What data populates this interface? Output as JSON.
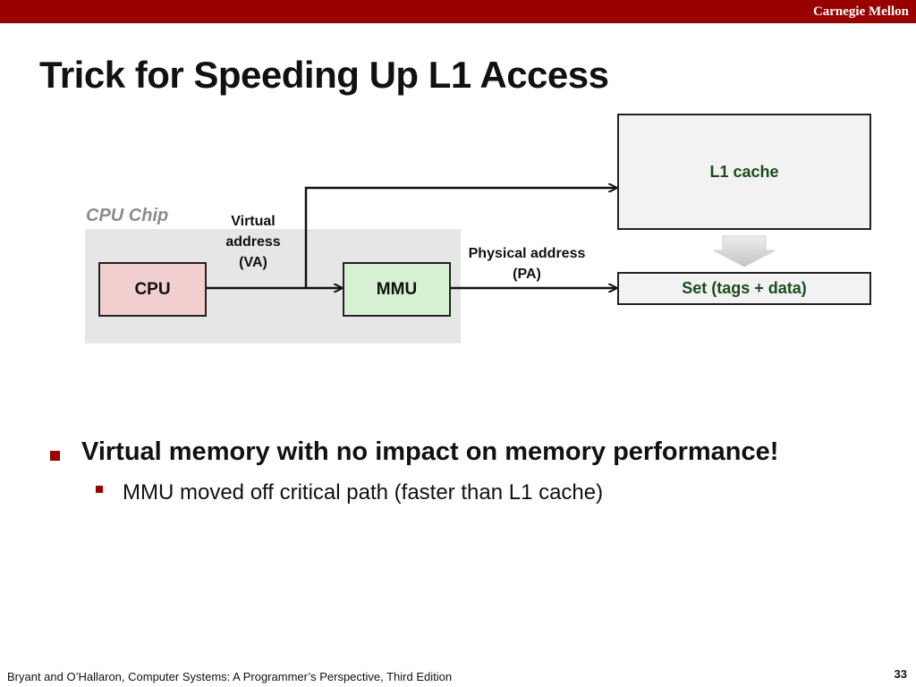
{
  "header": {
    "brand": "Carnegie Mellon"
  },
  "slide": {
    "title": "Trick for Speeding Up L1 Access"
  },
  "diagram": {
    "chip_label": "CPU Chip",
    "cpu_label": "CPU",
    "mmu_label": "MMU",
    "virtual_address_label": [
      "Virtual",
      "address",
      "(VA)"
    ],
    "physical_address_label": [
      "Physical address",
      "(PA)"
    ],
    "l1_cache_label": "L1 cache",
    "set_label": "Set (tags + data)"
  },
  "bullets": [
    {
      "text": "Virtual memory with no impact on memory performance!",
      "sub": [
        "MMU moved off critical path (faster than L1 cache)"
      ]
    }
  ],
  "footer": {
    "citation": "Bryant and O’Hallaron, Computer Systems: A Programmer’s Perspective, Third Edition",
    "page": "33"
  },
  "colors": {
    "accent": "#990000",
    "cpu_fill": "#f3d0d0",
    "mmu_fill": "#d6f2d2",
    "chip_fill": "#e6e6e6",
    "cache_text": "#1a4d1a"
  }
}
